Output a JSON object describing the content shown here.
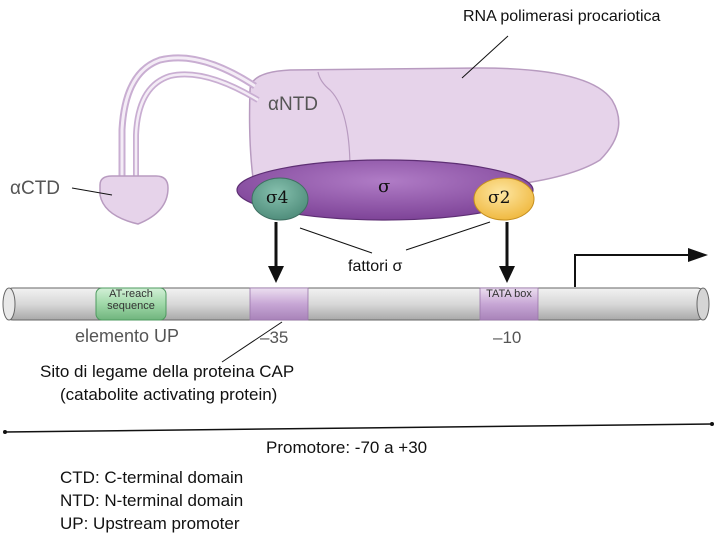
{
  "labels": {
    "rna_polymerase": "RNA polimerasi procariotica",
    "alpha_ntd": "αNTD",
    "alpha_ctd": "αCTD",
    "sigma": "σ",
    "sigma4": "σ4",
    "sigma2": "σ2",
    "sigma_factors": "fattori σ",
    "at_rich": "AT-reach sequence",
    "tata_box": "TATA box",
    "up_element": "elemento UP",
    "minus35": "–35",
    "minus10": "–10",
    "cap_site_line1": "Sito di legame della proteina CAP",
    "cap_site_line2": "(catabolite activating protein)",
    "promoter": "Promotore: -70 a +30",
    "legend": [
      "CTD: C-terminal domain",
      "NTD: N-terminal domain",
      "UP: Upstream promoter"
    ]
  },
  "colors": {
    "polymerase_fill": "#e6d3ea",
    "polymerase_stroke": "#b89bc0",
    "sigma_fill": "#8a4fa3",
    "sigma4_fill": "#5e9b8a",
    "sigma2_fill": "#f3c34c",
    "dna_fill": "#dcdcdc",
    "at_rich_fill": "#9fd8a8",
    "box_fill": "#c6a4d4"
  }
}
